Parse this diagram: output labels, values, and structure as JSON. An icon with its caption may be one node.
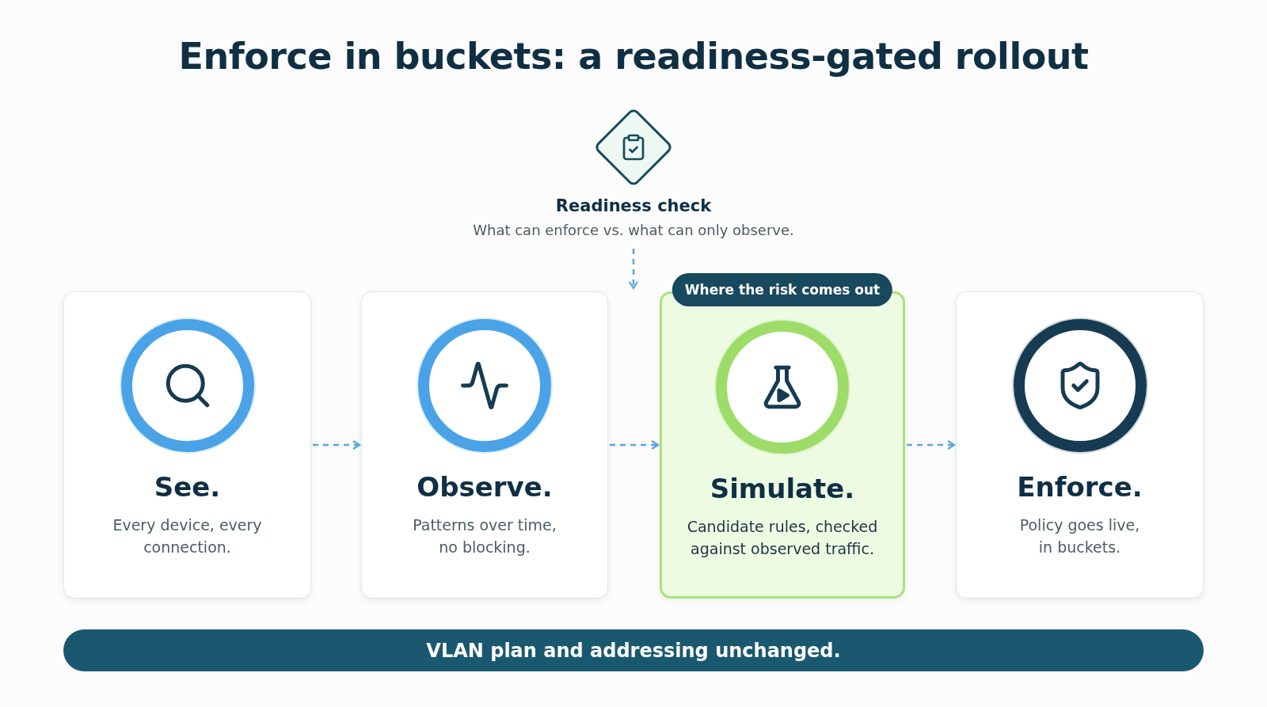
{
  "diagram": {
    "title": "Enforce in buckets: a readiness-gated rollout",
    "nodes": [
      {
        "text": [
          "Readiness check",
          "What can enforce vs. what can only observe."
        ]
      },
      {
        "text": [
          "See.",
          "Every device, every connection."
        ]
      },
      {
        "text": [
          "Observe.",
          "Patterns over time, no blocking."
        ]
      },
      {
        "text": [
          "Simulate.",
          "Candidate rules, checked against observed traffic."
        ],
        "beside": [
          "Where the risk comes out"
        ]
      },
      {
        "text": [
          "Enforce.",
          "Policy goes live, in buckets."
        ]
      },
      {
        "text": [
          "VLAN plan and addressing unchanged."
        ]
      }
    ],
    "edges": [
      {
        "from": 0,
        "to": 3,
        "arrow": "to",
        "style": "dashed"
      },
      {
        "from": 1,
        "to": 2,
        "arrow": "to",
        "style": "dashed"
      },
      {
        "from": 2,
        "to": 3,
        "arrow": "to",
        "style": "dashed"
      },
      {
        "from": 3,
        "to": 4,
        "arrow": "to",
        "style": "dashed"
      }
    ]
  }
}
